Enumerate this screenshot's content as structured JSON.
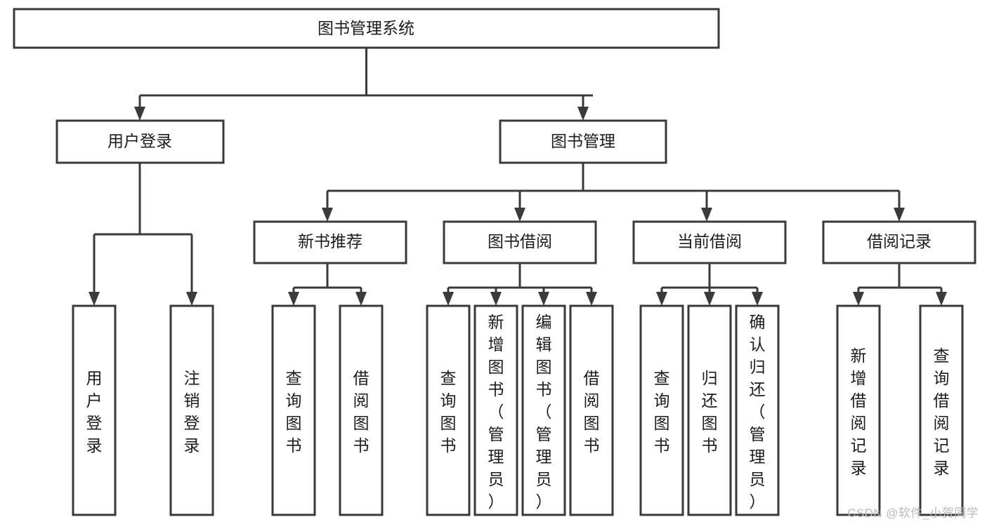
{
  "diagram": {
    "type": "tree-hierarchy",
    "title": "图书管理系统",
    "orientation": "top-down",
    "colors": {
      "box_stroke": "#3a3a3a",
      "box_fill": "#ffffff",
      "connector": "#3a3a3a",
      "text": "#1c1c1c",
      "watermark": "#b9b9b9",
      "background": "#ffffff"
    },
    "nodes": {
      "root": {
        "label": "图书管理系统"
      },
      "level2": [
        {
          "label": "用户登录"
        },
        {
          "label": "图书管理"
        }
      ],
      "level3": [
        {
          "label": "新书推荐"
        },
        {
          "label": "图书借阅"
        },
        {
          "label": "当前借阅"
        },
        {
          "label": "借阅记录"
        }
      ],
      "leaves": {
        "user_login": [
          {
            "label": "用户登录"
          },
          {
            "label": "注销登录"
          }
        ],
        "new_book_recommend": [
          {
            "label": "查询图书"
          },
          {
            "label": "借阅图书"
          }
        ],
        "book_borrow": [
          {
            "label": "查询图书"
          },
          {
            "label": "新增图书（管理员）"
          },
          {
            "label": "编辑图书（管理员）"
          },
          {
            "label": "借阅图书"
          }
        ],
        "current_borrow": [
          {
            "label": "查询图书"
          },
          {
            "label": "归还图书"
          },
          {
            "label": "确认归还（管理员）"
          }
        ],
        "borrow_record": [
          {
            "label": "新增借阅记录"
          },
          {
            "label": "查询借阅记录"
          }
        ]
      }
    }
  },
  "watermark": {
    "text": "CSDN @软件_小贺同学"
  }
}
